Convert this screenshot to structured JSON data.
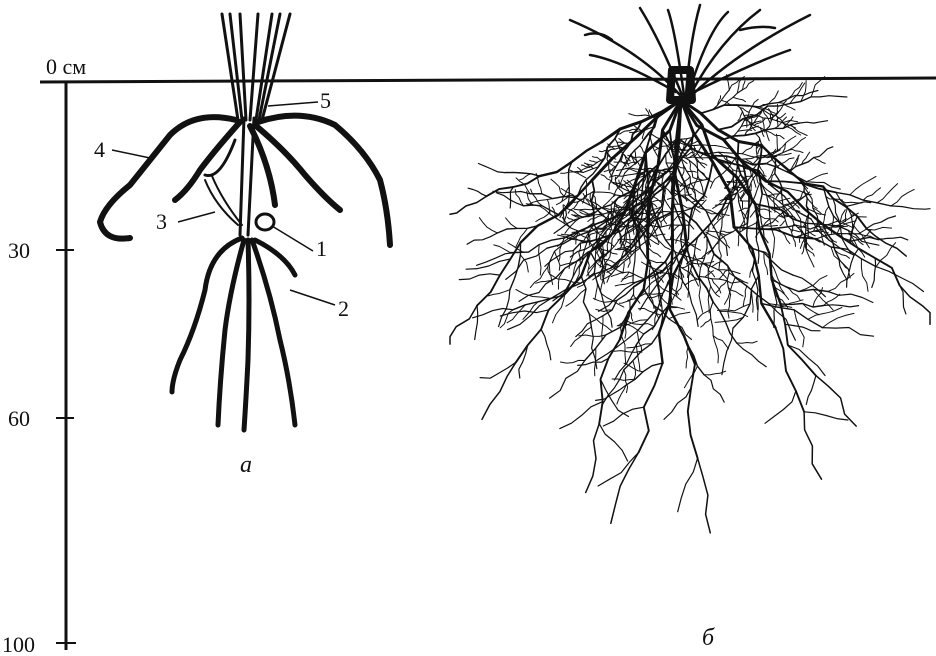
{
  "scale": {
    "marks": [
      "0 см",
      "30",
      "60",
      "100"
    ],
    "depths_cm": [
      0,
      30,
      60,
      100
    ]
  },
  "plant_a": {
    "caption": "а",
    "parts": [
      {
        "number": "1"
      },
      {
        "number": "2"
      },
      {
        "number": "3"
      },
      {
        "number": "4"
      },
      {
        "number": "5"
      }
    ]
  },
  "plant_b": {
    "caption": "б"
  },
  "colors": {
    "ink": "#111111",
    "background": "#ffffff"
  }
}
